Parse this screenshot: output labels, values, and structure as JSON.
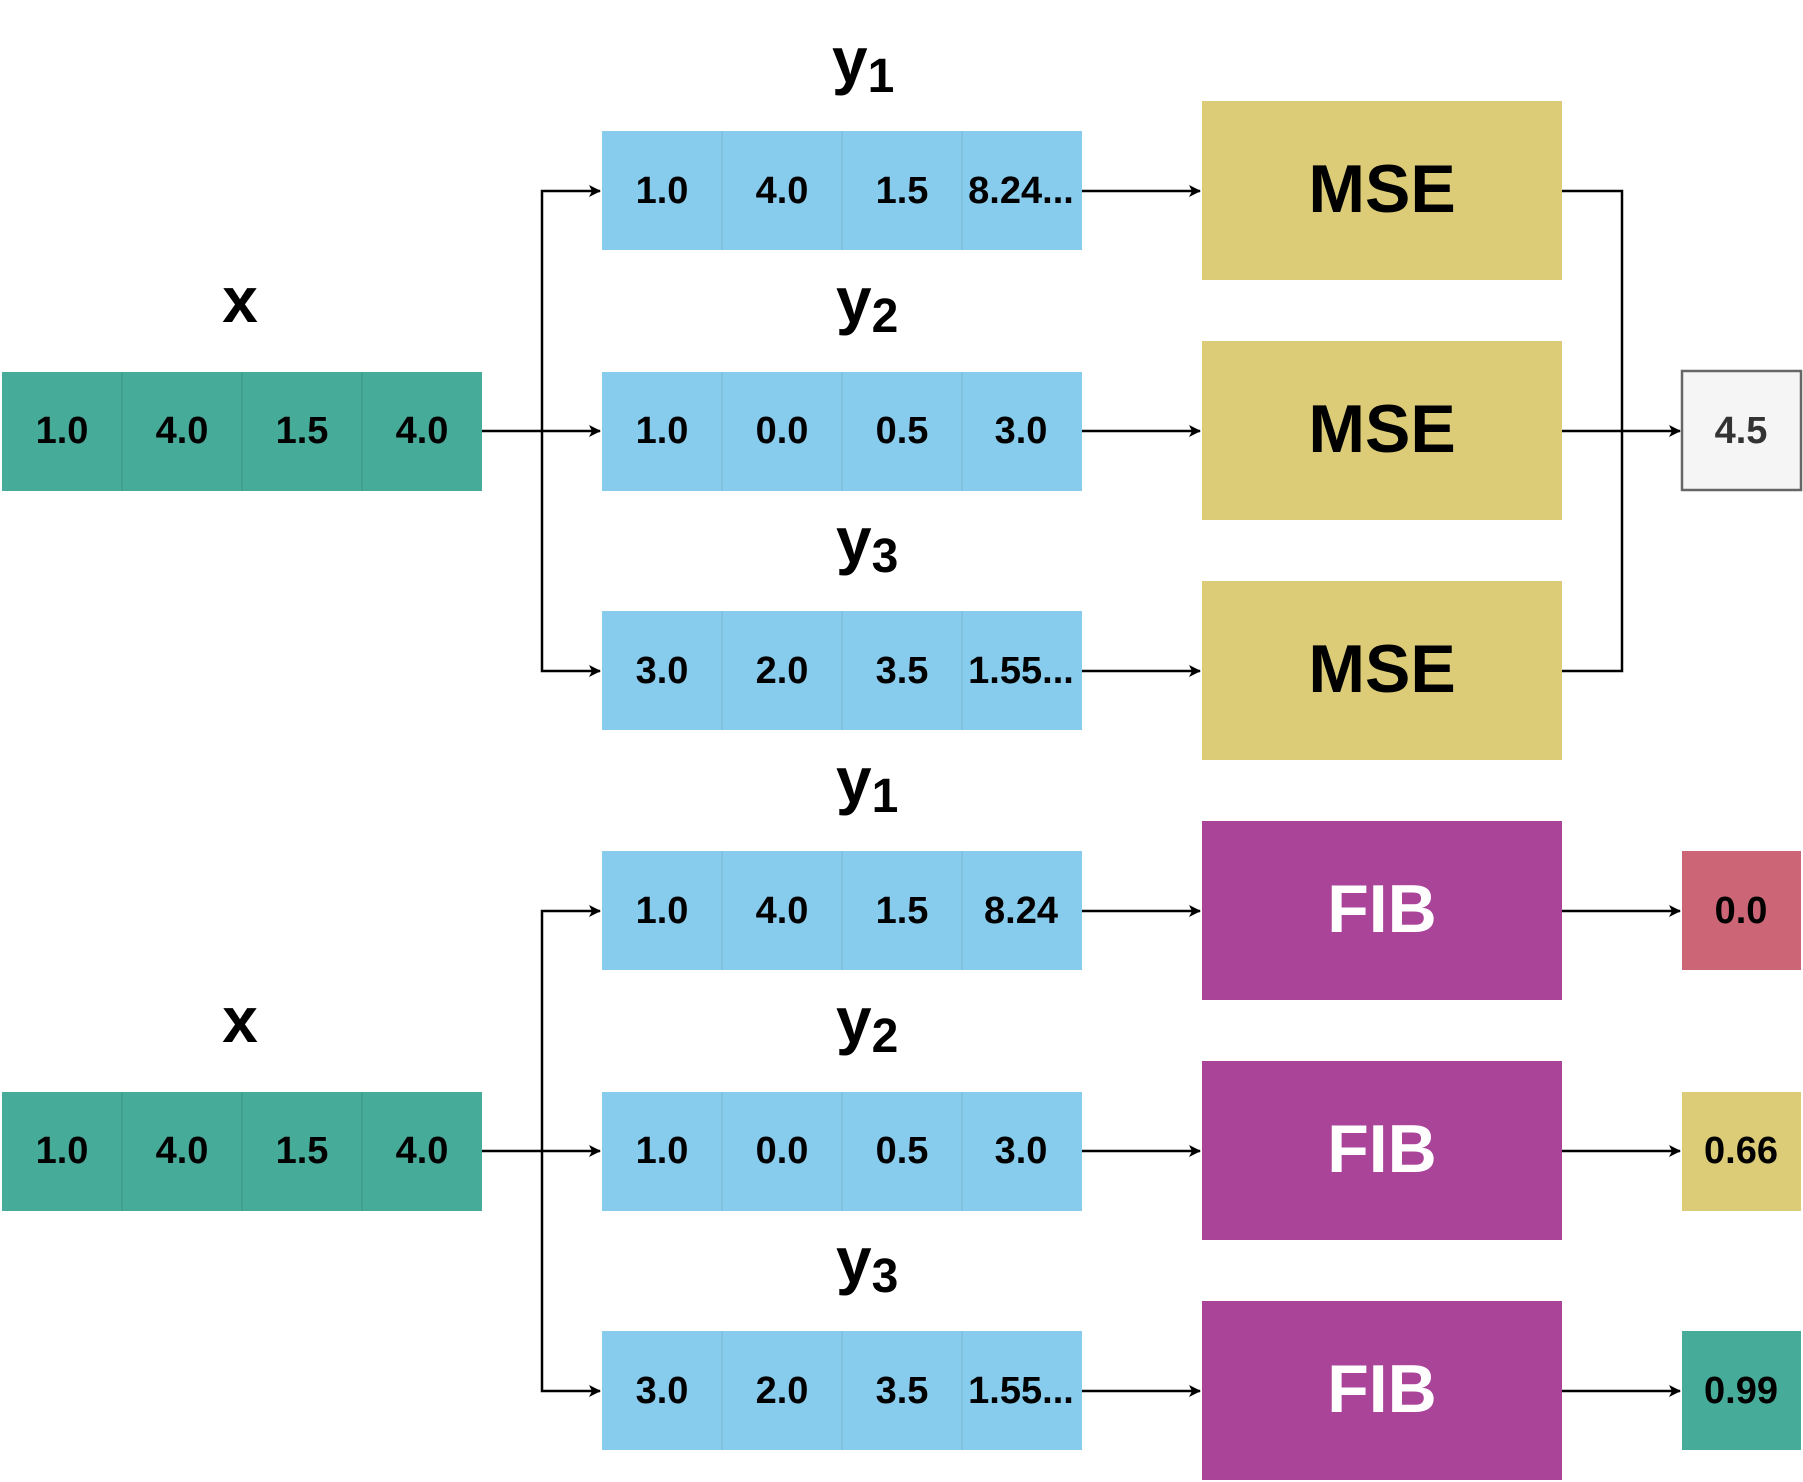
{
  "colors": {
    "input_cell": "#47ab99",
    "target_cell": "#88cced",
    "mse_box": "#dccc77",
    "fib_box": "#aa4499",
    "result_plain": "#f5f5f5",
    "result_red": "#cc6677",
    "result_yellow": "#dccc77",
    "result_green": "#47ab99",
    "line": "#000000"
  },
  "top": {
    "input": {
      "label": "x",
      "values": [
        "1.0",
        "4.0",
        "1.5",
        "4.0"
      ]
    },
    "targets": [
      {
        "base": "y",
        "sub": "1",
        "values": [
          "1.0",
          "4.0",
          "1.5",
          "8.24..."
        ]
      },
      {
        "base": "y",
        "sub": "2",
        "values": [
          "1.0",
          "0.0",
          "0.5",
          "3.0"
        ]
      },
      {
        "base": "y",
        "sub": "3",
        "values": [
          "3.0",
          "2.0",
          "3.5",
          "1.55..."
        ]
      }
    ],
    "box_label": "MSE",
    "result": "4.5"
  },
  "bottom": {
    "input": {
      "label": "x",
      "values": [
        "1.0",
        "4.0",
        "1.5",
        "4.0"
      ]
    },
    "targets": [
      {
        "base": "y",
        "sub": "1",
        "values": [
          "1.0",
          "4.0",
          "1.5",
          "8.24"
        ]
      },
      {
        "base": "y",
        "sub": "2",
        "values": [
          "1.0",
          "0.0",
          "0.5",
          "3.0"
        ]
      },
      {
        "base": "y",
        "sub": "3",
        "values": [
          "3.0",
          "2.0",
          "3.5",
          "1.55..."
        ]
      }
    ],
    "box_label": "FIB",
    "results": [
      "0.0",
      "0.66",
      "0.99"
    ]
  }
}
